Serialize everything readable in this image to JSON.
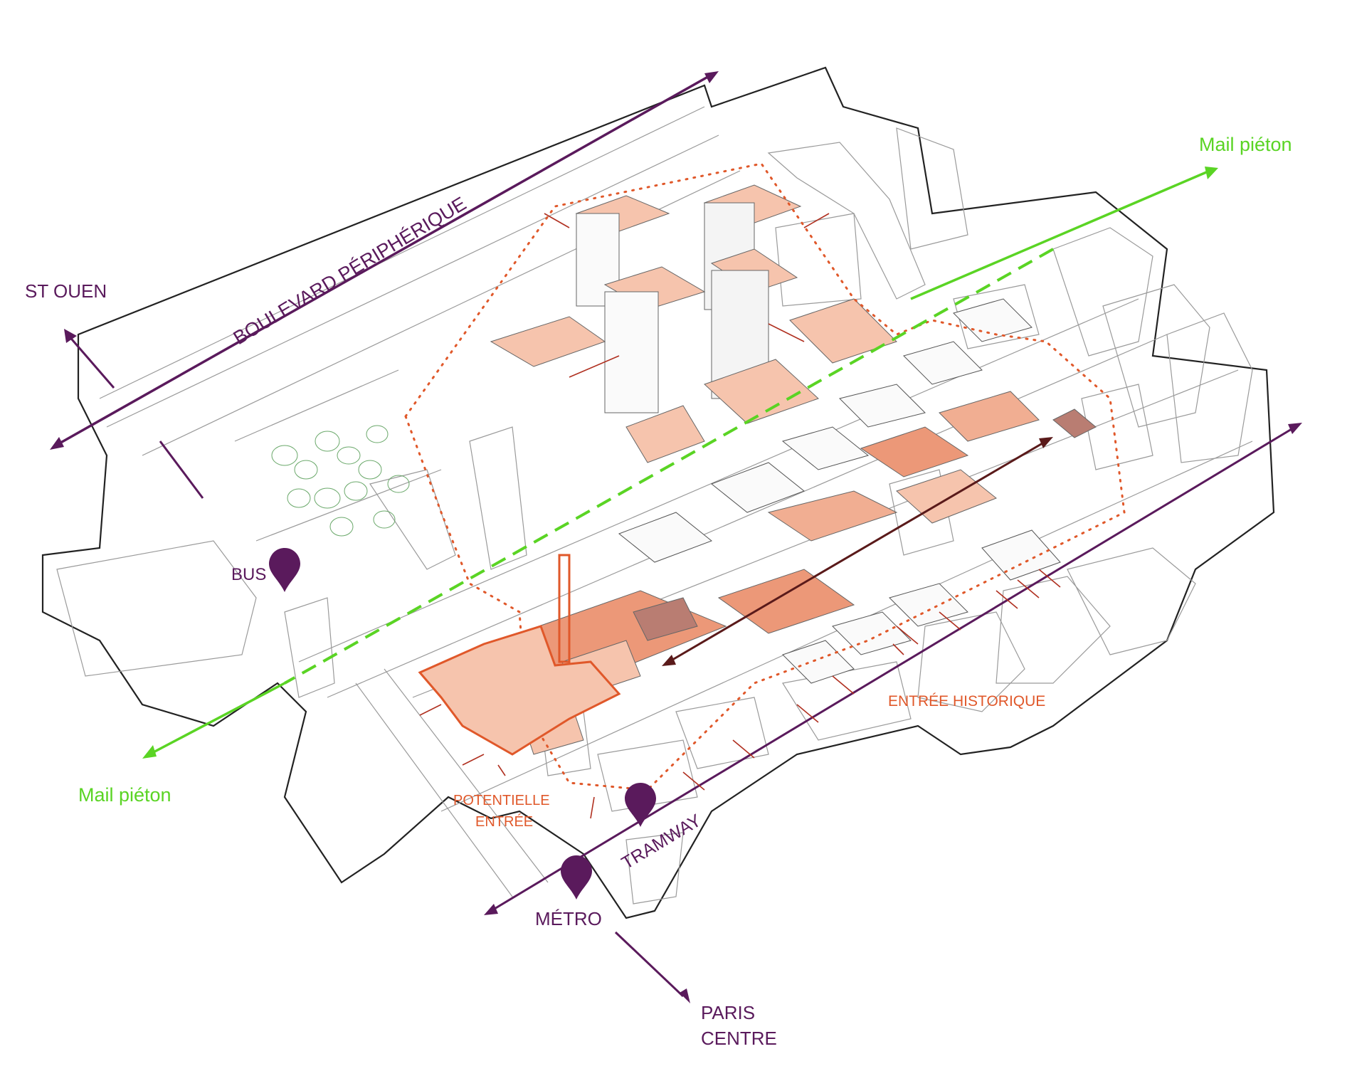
{
  "labels": {
    "boulevard": "BOULEVARD PÉRIPHÉRIQUE",
    "st_ouen": "ST OUEN",
    "mail_pieton_ne": "Mail piéton",
    "mail_pieton_sw": "Mail piéton",
    "bus": "BUS",
    "potentielle_1": "POTENTIELLE",
    "potentielle_2": "ENTRÉE",
    "tramway": "TRAMWAY",
    "metro": "MÉTRO",
    "paris_1": "PARIS",
    "paris_2": "CENTRE",
    "entree_historique": "ENTRÉE HISTORIQUE"
  },
  "colors": {
    "transport": "#5a1a5c",
    "pedestrian": "#5ad424",
    "site": "#e0582a",
    "site_fill": "#f6c4ad",
    "site_fill_dark": "#ec9878",
    "outline": "#222222"
  },
  "icons": [
    "map-pin-icon"
  ]
}
